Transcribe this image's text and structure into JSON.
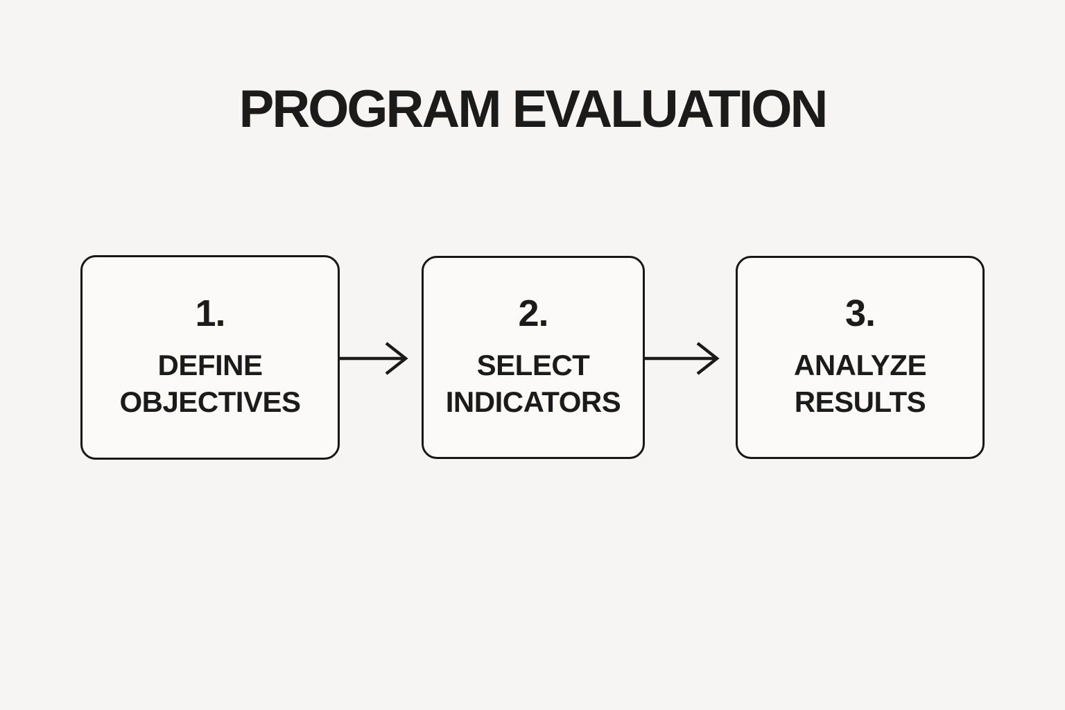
{
  "title": "PROGRAM EVALUATION",
  "diagram": {
    "steps": [
      {
        "number": "1.",
        "lines": [
          "DEFINE",
          "OBJECTIVES"
        ]
      },
      {
        "number": "2.",
        "lines": [
          "SELECT",
          "INDICATORS"
        ]
      },
      {
        "number": "3.",
        "lines": [
          "ANALYZE",
          "RESULTS"
        ]
      }
    ],
    "connectors": [
      {
        "from": "1",
        "to": "2",
        "icon": "arrow-right"
      },
      {
        "from": "2",
        "to": "3",
        "icon": "arrow-right"
      }
    ]
  },
  "colors": {
    "background": "#f6f5f3",
    "box_fill": "#fbfaf9",
    "stroke": "#171717",
    "text": "#1b1b1b"
  }
}
